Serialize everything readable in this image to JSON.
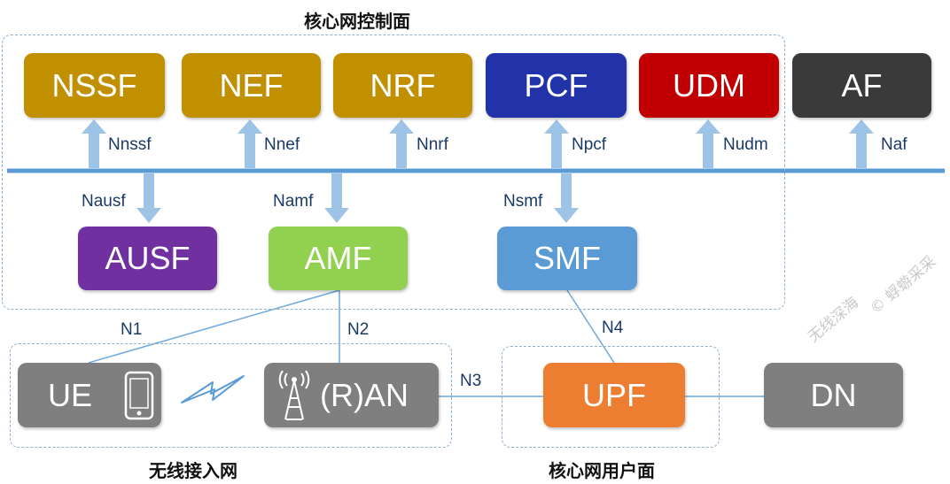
{
  "regions": {
    "control_plane": "核心网控制面",
    "access_network": "无线接入网",
    "user_plane": "核心网用户面"
  },
  "nodes": {
    "nssf": {
      "label": "NSSF",
      "color": "#c09000"
    },
    "nef": {
      "label": "NEF",
      "color": "#c09000"
    },
    "nrf": {
      "label": "NRF",
      "color": "#c09000"
    },
    "pcf": {
      "label": "PCF",
      "color": "#2233aa"
    },
    "udm": {
      "label": "UDM",
      "color": "#c00000"
    },
    "af": {
      "label": "AF",
      "color": "#3a3a3a"
    },
    "ausf": {
      "label": "AUSF",
      "color": "#7030a0"
    },
    "amf": {
      "label": "AMF",
      "color": "#92d050"
    },
    "smf": {
      "label": "SMF",
      "color": "#5b9bd5"
    },
    "ue": {
      "label": "UE",
      "color": "#7f7f7f"
    },
    "ran": {
      "label": "(R)AN",
      "color": "#7f7f7f"
    },
    "upf": {
      "label": "UPF",
      "color": "#ed7d31"
    },
    "dn": {
      "label": "DN",
      "color": "#7f7f7f"
    }
  },
  "interfaces": {
    "nnssf": "Nnssf",
    "nnef": "Nnef",
    "nnrf": "Nnrf",
    "npcf": "Npcf",
    "nudm": "Nudm",
    "naf": "Naf",
    "nausf": "Nausf",
    "namf": "Namf",
    "nsmf": "Nsmf"
  },
  "links": {
    "n1": "N1",
    "n2": "N2",
    "n3": "N3",
    "n4": "N4"
  },
  "watermark": {
    "left": "无线深海",
    "right": "© 蜉蝣采采"
  },
  "colors": {
    "bus": "#5b9bd5",
    "arrow": "#9dc3e6",
    "link_line": "#6fa8dc",
    "region_border": "#8fb0d0"
  }
}
